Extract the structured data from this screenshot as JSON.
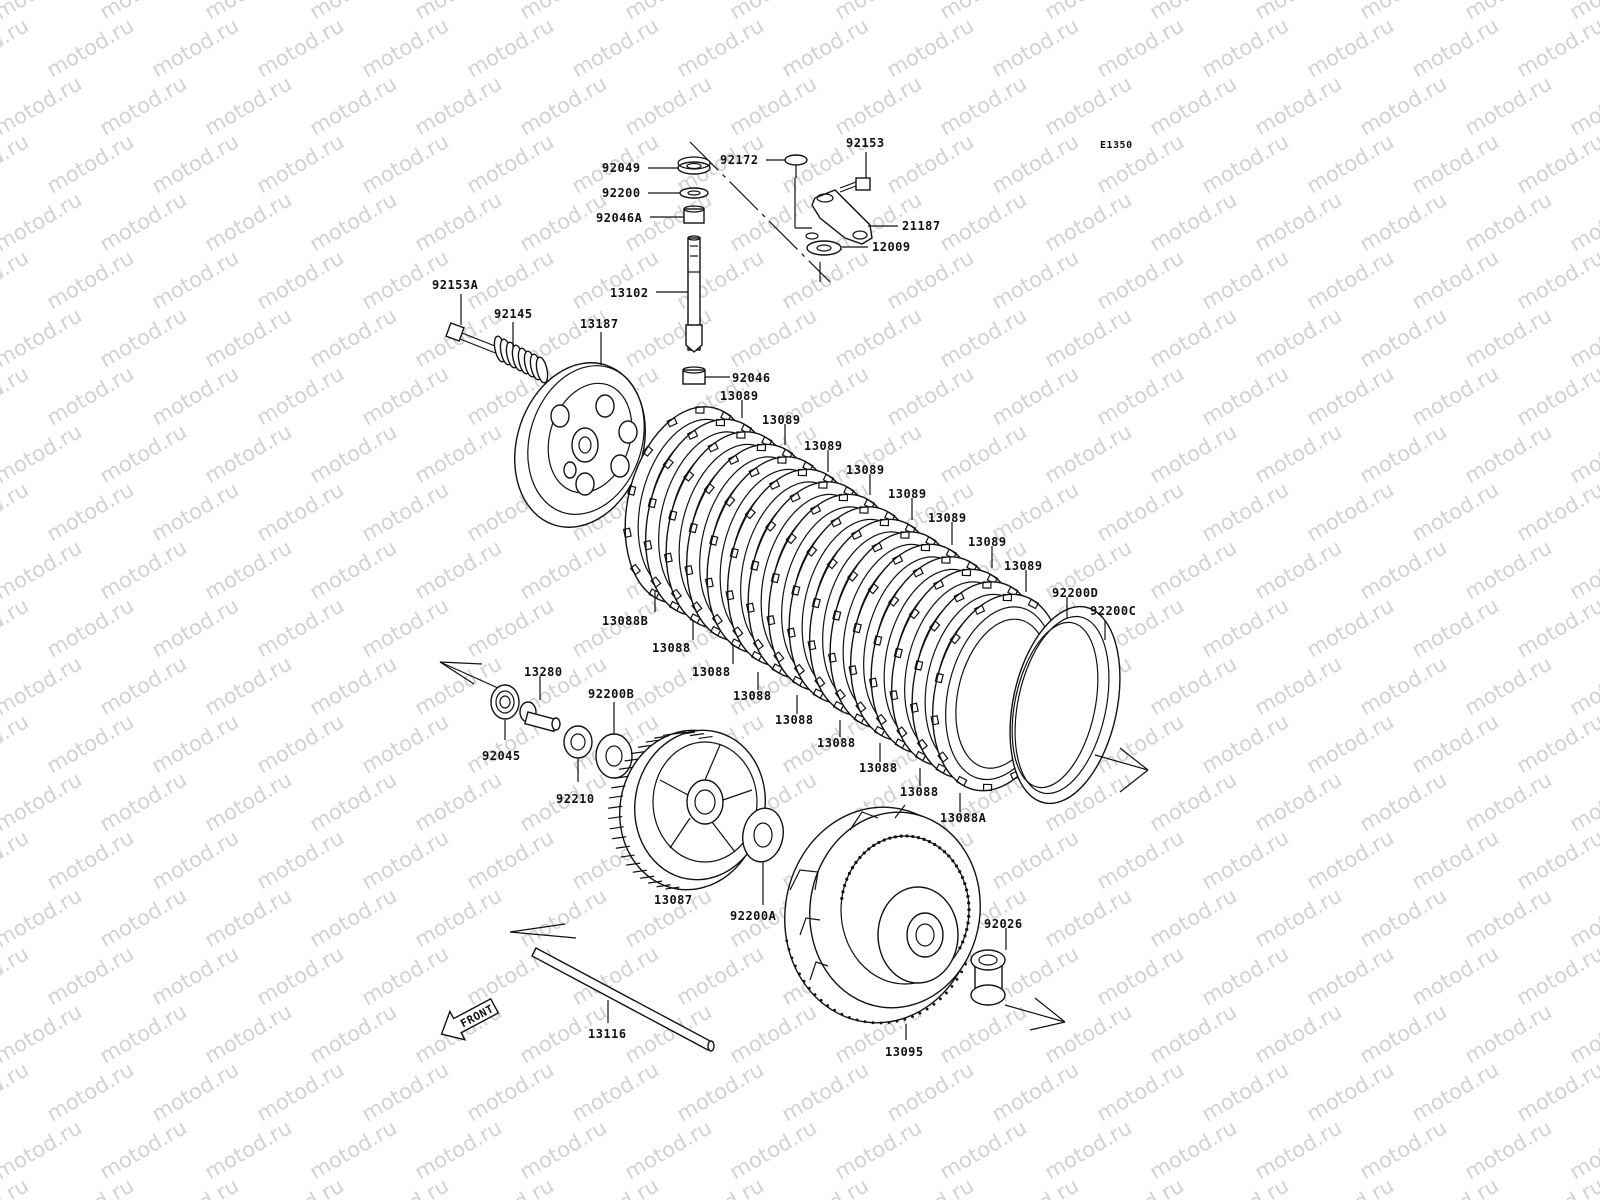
{
  "diagram": {
    "reference_code": "E1350",
    "watermark_text": "motod.ru",
    "front_indicator": "FRONT",
    "labels": {
      "l_92049": "92049",
      "l_92200": "92200",
      "l_92046A": "92046A",
      "l_92172": "92172",
      "l_92153": "92153",
      "l_21187": "21187",
      "l_12009": "12009",
      "l_13102": "13102",
      "l_92153A": "92153A",
      "l_92145": "92145",
      "l_13187": "13187",
      "l_92046": "92046",
      "l_13089_1": "13089",
      "l_13089_2": "13089",
      "l_13089_3": "13089",
      "l_13089_4": "13089",
      "l_13089_5": "13089",
      "l_13089_6": "13089",
      "l_13089_7": "13089",
      "l_13089_8": "13089",
      "l_92200D": "92200D",
      "l_92200C": "92200C",
      "l_13088B": "13088B",
      "l_13088_1": "13088",
      "l_13088_2": "13088",
      "l_13088_3": "13088",
      "l_13088_4": "13088",
      "l_13088_5": "13088",
      "l_13088_6": "13088",
      "l_13088_7": "13088",
      "l_13088A": "13088A",
      "l_13280": "13280",
      "l_92200B": "92200B",
      "l_92045": "92045",
      "l_92210": "92210",
      "l_13087": "13087",
      "l_92200A": "92200A",
      "l_92026": "92026",
      "l_13095": "13095",
      "l_13116": "13116"
    }
  }
}
